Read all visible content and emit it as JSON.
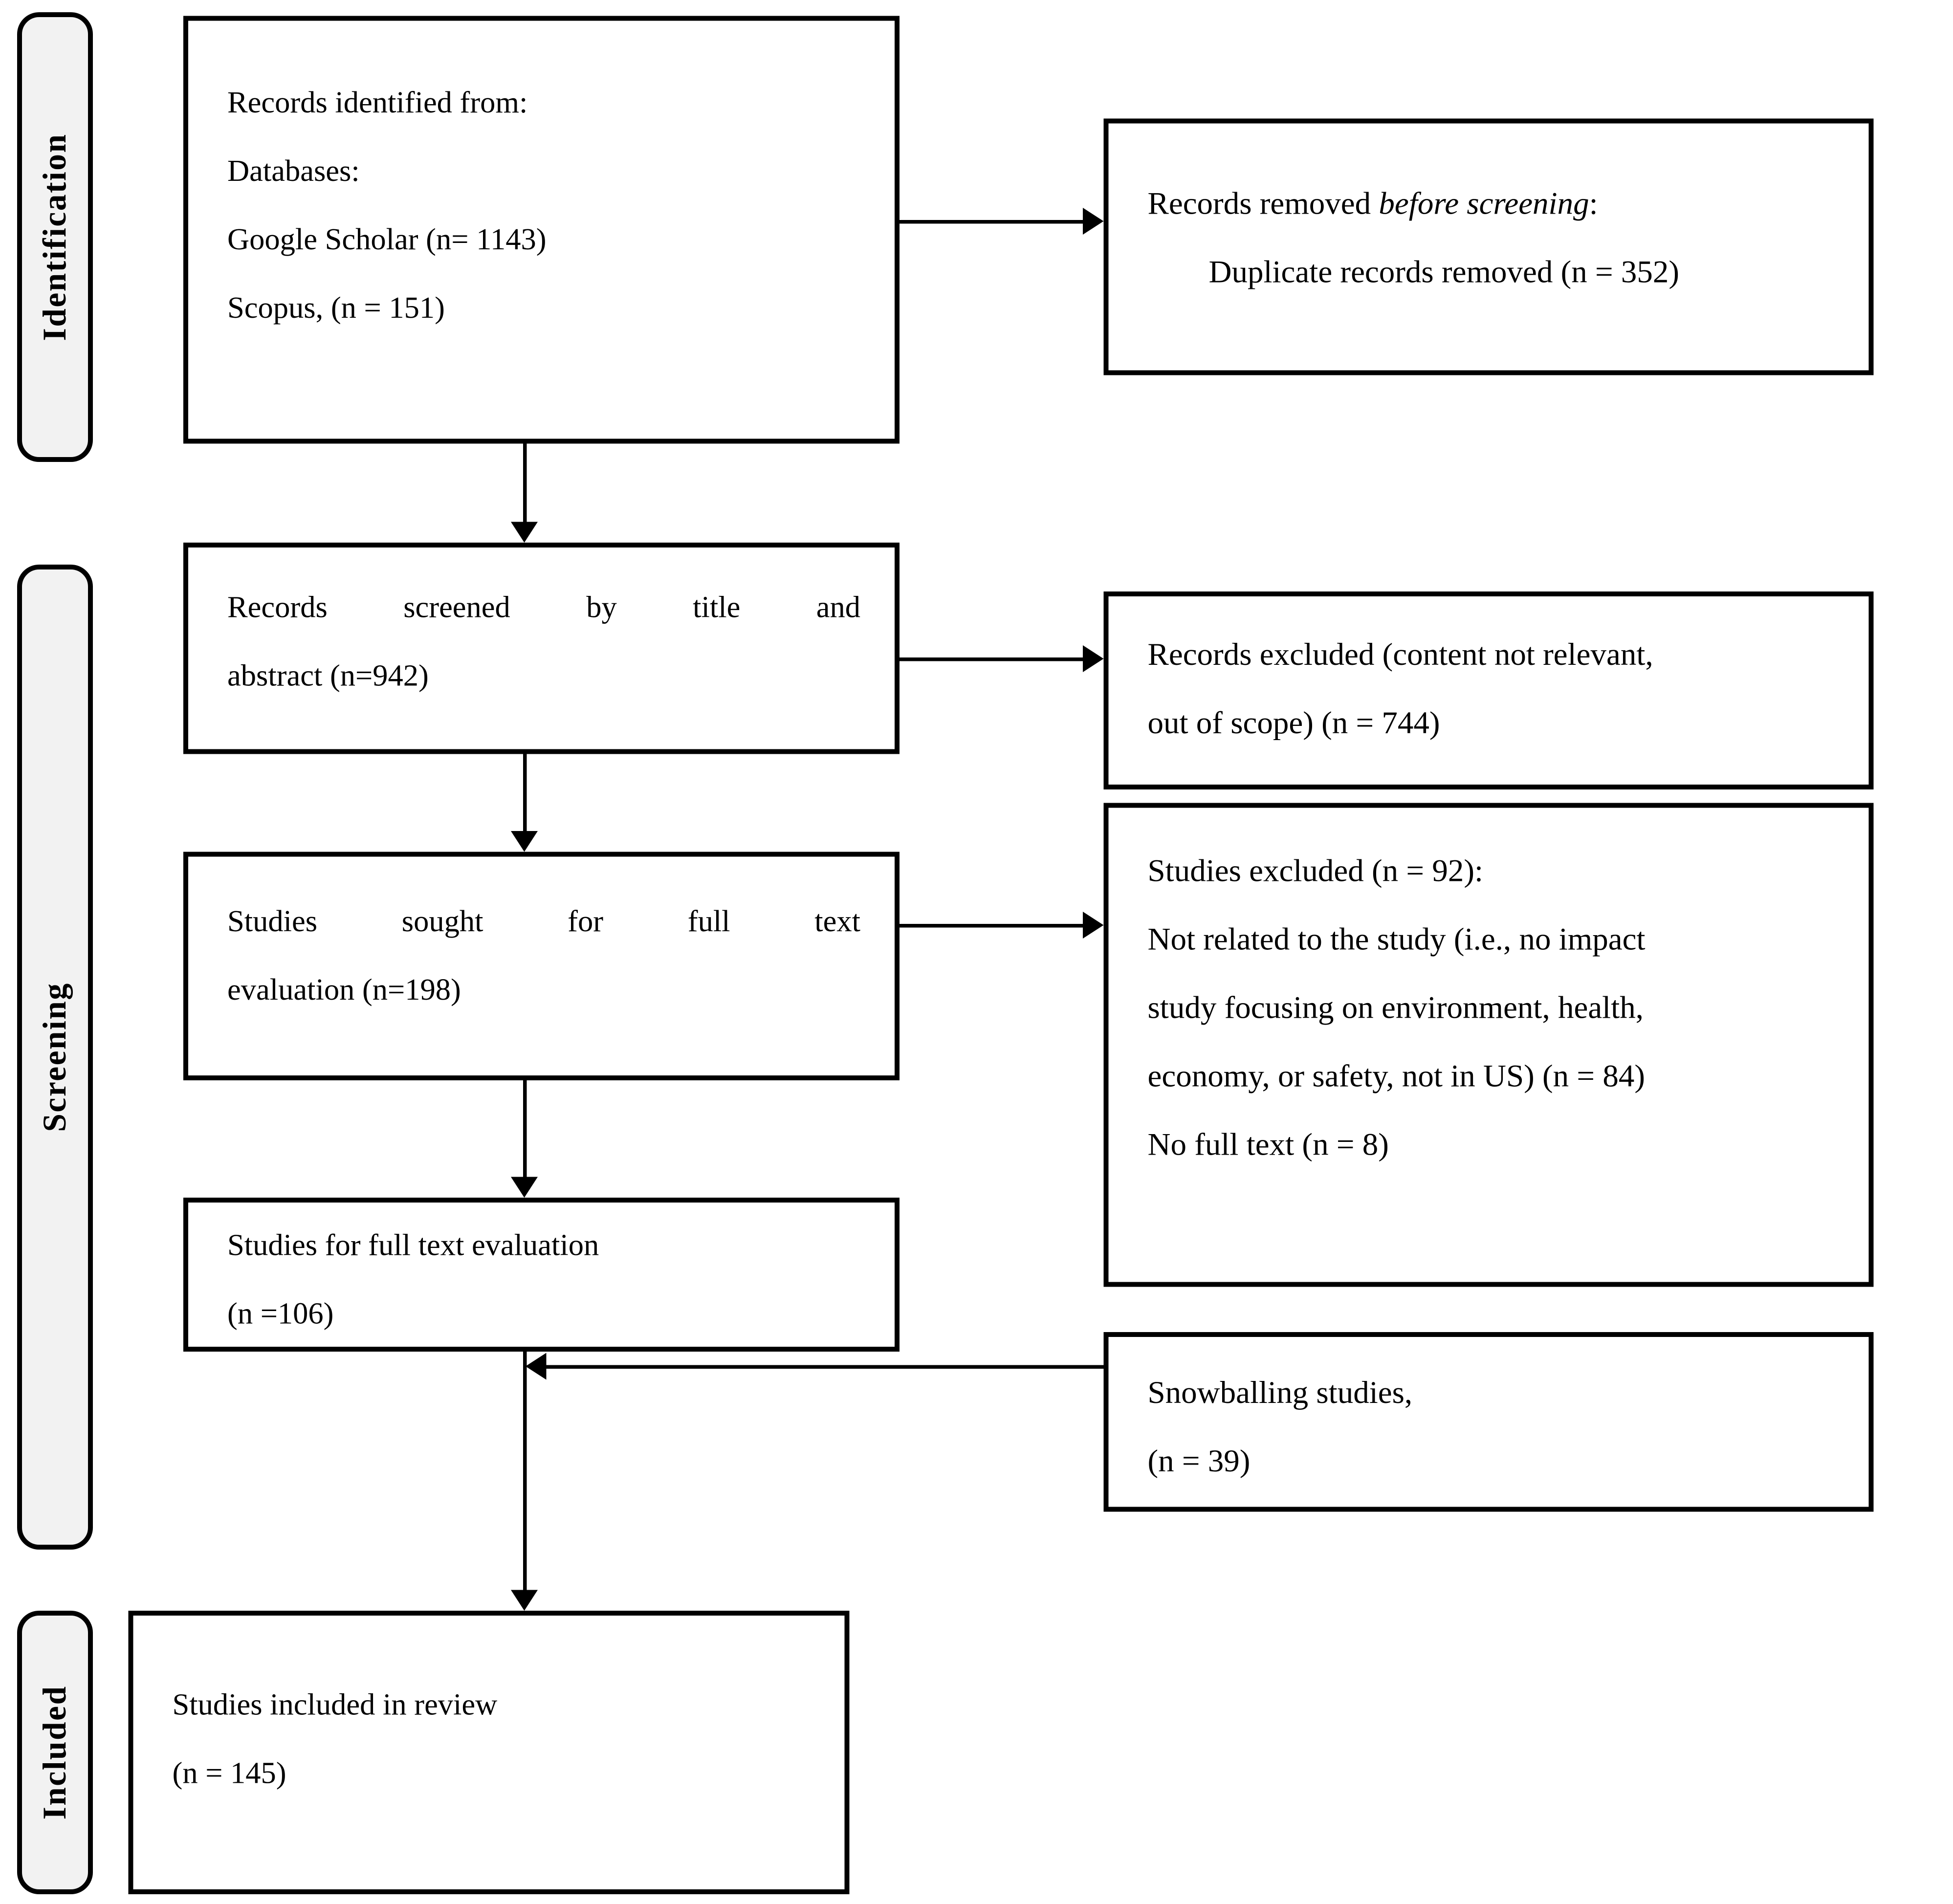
{
  "figure": {
    "type": "prisma-flow-diagram",
    "colors": {
      "background": "#ffffff",
      "box_border": "#000000",
      "stage_label_bg": "#f2f2f2",
      "text": "#000000"
    },
    "stage_labels": [
      {
        "id": "identification",
        "label": "Identification"
      },
      {
        "id": "screening",
        "label": "Screening"
      },
      {
        "id": "included",
        "label": "Included"
      }
    ],
    "boxes": {
      "records_identified": {
        "lines": [
          "Records identified from:",
          "Databases:",
          "Google Scholar (n= 1143)",
          "Scopus, (n = 151)"
        ]
      },
      "records_removed": {
        "line1_prefix": "Records removed ",
        "line1_italic": "before screening",
        "line1_suffix": ":",
        "line2": "Duplicate records removed (n = 352)"
      },
      "records_screened": {
        "justified_words": [
          "Records",
          "screened",
          "by",
          "title",
          "and"
        ],
        "line2": "abstract (n=942)"
      },
      "records_excluded": {
        "lines": [
          "Records excluded (content not relevant,",
          "out of scope) (n = 744)"
        ]
      },
      "studies_sought": {
        "justified_words": [
          "Studies",
          "sought",
          "for",
          "full",
          "text"
        ],
        "line2": "evaluation (n=198)"
      },
      "studies_excluded": {
        "lines": [
          "Studies excluded (n = 92):",
          "Not related to the study (i.e., no impact",
          "study focusing on environment, health,",
          "economy, or safety, not in US) (n = 84)",
          "No full text (n = 8)"
        ]
      },
      "studies_fulltext": {
        "lines": [
          "Studies for full text evaluation",
          "(n =106)"
        ]
      },
      "snowballing": {
        "lines": [
          "Snowballing studies,",
          "(n = 39)"
        ]
      },
      "studies_included": {
        "lines": [
          "Studies included in review",
          "(n = 145)"
        ]
      }
    }
  }
}
